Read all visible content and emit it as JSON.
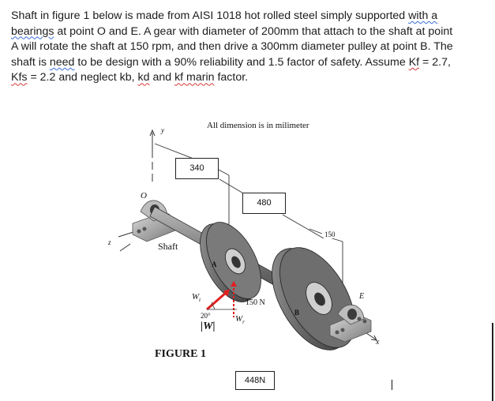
{
  "problem": {
    "line1": "Shaft in figure 1 below is made from AISI 1018 hot rolled steel simply supported ",
    "line1_sq": "with a",
    "line2_sq": "bearings",
    "line2": " at point O and E. A gear with diameter of 200mm that attach to the shaft at point",
    "line3": "A will rotate the shaft at 150 rpm, and then drive a 300mm diameter pulley at point B. The",
    "line4a": "shaft is ",
    "line4_sq": "need",
    "line4b": " to be design with a 90% reliability and 1.5 factor of safety. Assume ",
    "line4_kf": "Kf",
    "line4c": " = 2.7,",
    "line5_kfs": "Kfs",
    "line5a": " = 2.2 and neglect kb, ",
    "line5_kd": "kd",
    "line5b": " and ",
    "line5_kfm": "kf marin",
    "line5c": " factor."
  },
  "figure": {
    "header_note": "All dimension is in milimeter",
    "dim_box_1": "340",
    "dim_box_2": "480",
    "dim_box_3": "448N",
    "dim_150": "150",
    "label_shaft": "Shaft",
    "label_A": "A",
    "label_B": "B",
    "label_E": "E",
    "label_O": "O",
    "label_x": "x",
    "label_y": "y",
    "label_z": "z",
    "label_Wt": "W",
    "label_Wt_sub": "t",
    "label_Wr": "W",
    "label_Wr_sub": "r",
    "label_force": "150 N",
    "label_angle": "20°",
    "label_absW": "|W|",
    "caption": "FIGURE 1",
    "arrow_color": "#e02020"
  }
}
